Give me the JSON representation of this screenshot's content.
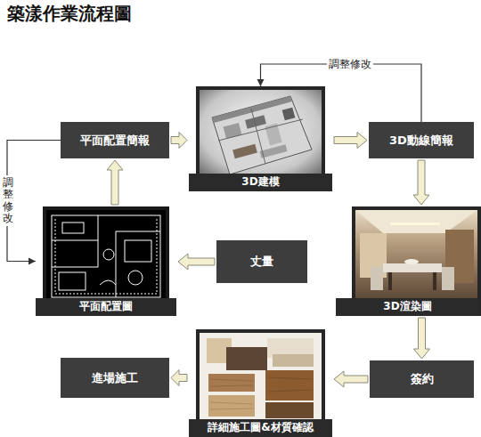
{
  "diagram": {
    "title": "築漾作業流程圖",
    "nodes": [
      {
        "text": [
          "3D建模"
        ]
      },
      {
        "text": [
          "平面配置簡報"
        ]
      },
      {
        "text": [
          "3D動線簡報"
        ]
      },
      {
        "text": [
          "平面配置圖"
        ]
      },
      {
        "text": [
          "丈量"
        ]
      },
      {
        "text": [
          "3D渲染圖"
        ]
      },
      {
        "text": [
          "詳細施工圖&材質確認"
        ]
      },
      {
        "text": [
          "簽約"
        ]
      },
      {
        "text": [
          "進場施工"
        ]
      }
    ],
    "edges": [
      {
        "from": 4,
        "to": 3,
        "arrow": "to"
      },
      {
        "from": 3,
        "to": 1,
        "arrow": "to"
      },
      {
        "from": 1,
        "to": 0,
        "arrow": "to"
      },
      {
        "from": 0,
        "to": 2,
        "arrow": "to"
      },
      {
        "from": 2,
        "to": 5,
        "arrow": "to"
      },
      {
        "from": 5,
        "to": 7,
        "arrow": "to"
      },
      {
        "from": 7,
        "to": 6,
        "arrow": "to"
      },
      {
        "from": 6,
        "to": 8,
        "arrow": "to"
      },
      {
        "from": 1,
        "to": 3,
        "label": "調整修改",
        "arrow": "to"
      },
      {
        "from": 2,
        "to": 0,
        "label": "調整修改",
        "arrow": "to"
      }
    ]
  }
}
